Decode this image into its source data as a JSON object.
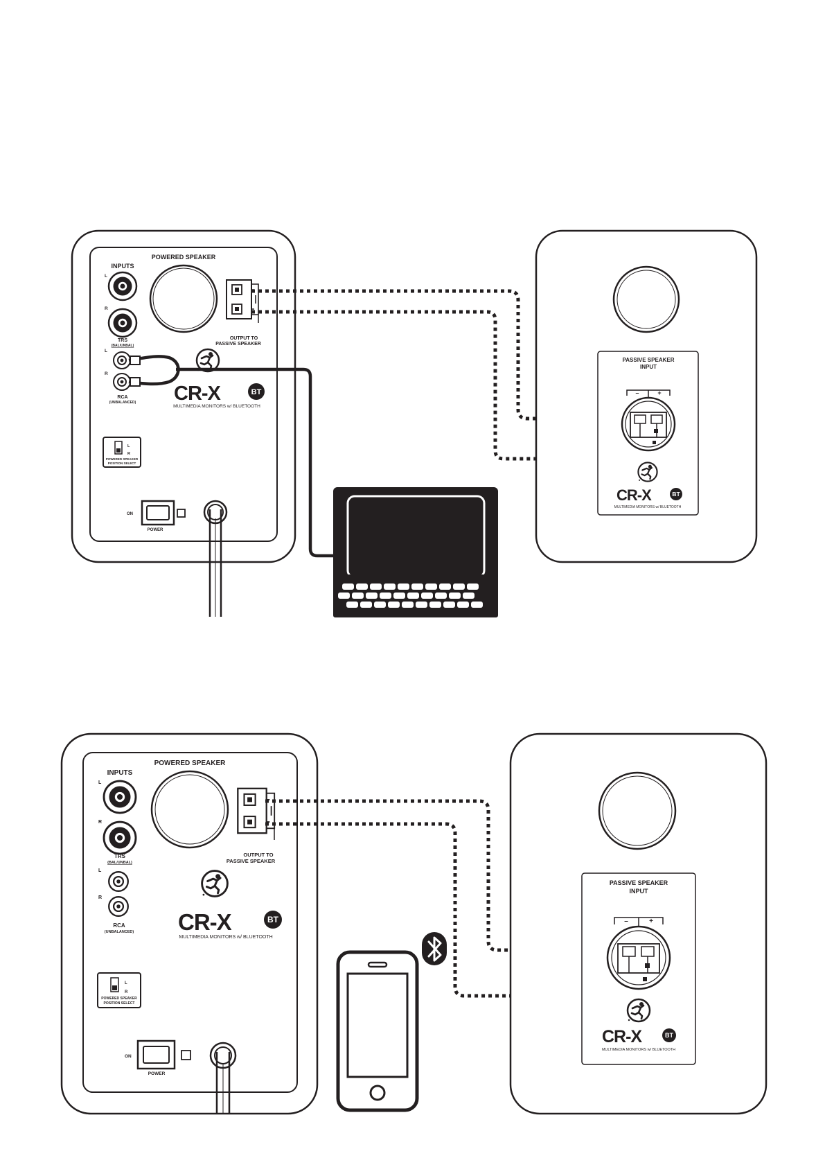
{
  "brand": {
    "name": "CR-X",
    "badge": "BT",
    "tagline": "MULTIMEDIA MONITORS w/ BLUETOOTH"
  },
  "powered_speaker": {
    "title": "POWERED SPEAKER",
    "inputs_label": "INPUTS",
    "ch_l": "L",
    "ch_r": "R",
    "trs_label": "TRS",
    "trs_sub": "(BAL/UNBAL)",
    "rca_label": "RCA",
    "rca_sub": "(UNBALANCED)",
    "output_label_1": "OUTPUT TO",
    "output_label_2": "PASSIVE SPEAKER",
    "position_label_1": "POWERED SPEAKER",
    "position_label_2": "POSITION SELECT",
    "position_l": "L",
    "position_r": "R",
    "on_label": "ON",
    "power_label": "POWER"
  },
  "passive_speaker": {
    "input_label_1": "PASSIVE SPEAKER",
    "input_label_2": "INPUT",
    "minus": "–",
    "plus": "+"
  },
  "icons": [
    "laptop-icon",
    "smartphone-icon",
    "bluetooth-icon",
    "mackie-logo-icon"
  ],
  "colors": {
    "ink": "#231f20",
    "paper": "#ffffff"
  }
}
